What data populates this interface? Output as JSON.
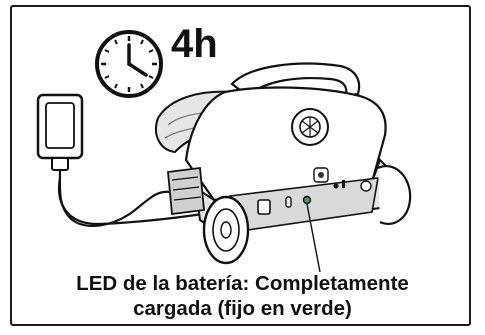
{
  "clock": {
    "icon": "clock-icon",
    "duration_label": "4h"
  },
  "charger": {
    "icon": "wall-charger-icon"
  },
  "robot": {
    "icon": "pool-cleaner-robot-icon",
    "led_color": "#3aa35b"
  },
  "caption": {
    "line1": "LED de la batería: Completamente",
    "line2": "cargada (fijo en verde)"
  },
  "colors": {
    "line": "#1a1a1a",
    "robot_body": "#e6e6e6",
    "robot_shadow": "#c8c8c8"
  }
}
